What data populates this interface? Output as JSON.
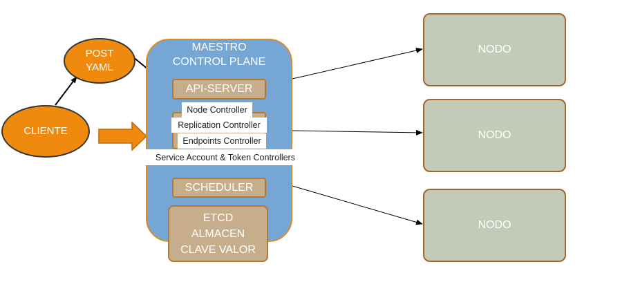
{
  "client": {
    "label": "CLIENTE"
  },
  "post_yaml": {
    "line1": "POST",
    "line2": "YAML"
  },
  "master": {
    "title_line1": "MAESTRO",
    "title_line2": "CONTROL PLANE",
    "api_server": "API-SERVER",
    "controllers": {
      "node": "Node Controller",
      "replication": "Replication Controller",
      "endpoints": "Endpoints Controller",
      "service_account": "Service Account & Token Controllers"
    },
    "scheduler": "SCHEDULER",
    "etcd": {
      "line1": "ETCD",
      "line2": "ALMACEN",
      "line3": "CLAVE VALOR"
    }
  },
  "nodes": [
    {
      "label": "NODO"
    },
    {
      "label": "NODO"
    },
    {
      "label": "NODO"
    }
  ],
  "colors": {
    "orange": "#ef8a0f",
    "master_blue": "#76a6d4",
    "component_tan": "#c6ad8c",
    "node_green": "#c3cab7"
  }
}
